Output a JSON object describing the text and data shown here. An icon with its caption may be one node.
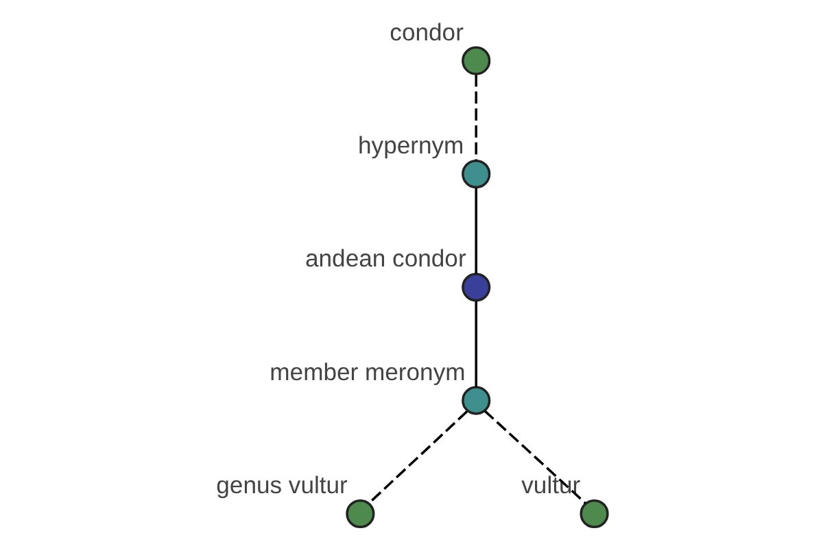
{
  "diagram": {
    "nodes": [
      {
        "text": [],
        "shape": "circle",
        "beside": [
          "condor"
        ]
      },
      {
        "text": [],
        "shape": "circle",
        "beside": [
          "hypernym"
        ]
      },
      {
        "text": [],
        "shape": "circle",
        "beside": [
          "andean condor"
        ]
      },
      {
        "text": [],
        "shape": "circle",
        "beside": [
          "member meronym"
        ]
      },
      {
        "text": [],
        "shape": "circle",
        "beside": [
          "genus vultur"
        ]
      },
      {
        "text": [],
        "shape": "circle",
        "beside": [
          "vultur"
        ]
      }
    ],
    "edges": [
      {
        "from": 0,
        "to": 1,
        "arrow": "none",
        "style": "dashed"
      },
      {
        "from": 1,
        "to": 2,
        "arrow": "none"
      },
      {
        "from": 2,
        "to": 3,
        "arrow": "none"
      },
      {
        "from": 3,
        "to": 4,
        "arrow": "none",
        "style": "dashed"
      },
      {
        "from": 3,
        "to": 5,
        "arrow": "none",
        "style": "dashed"
      }
    ]
  }
}
